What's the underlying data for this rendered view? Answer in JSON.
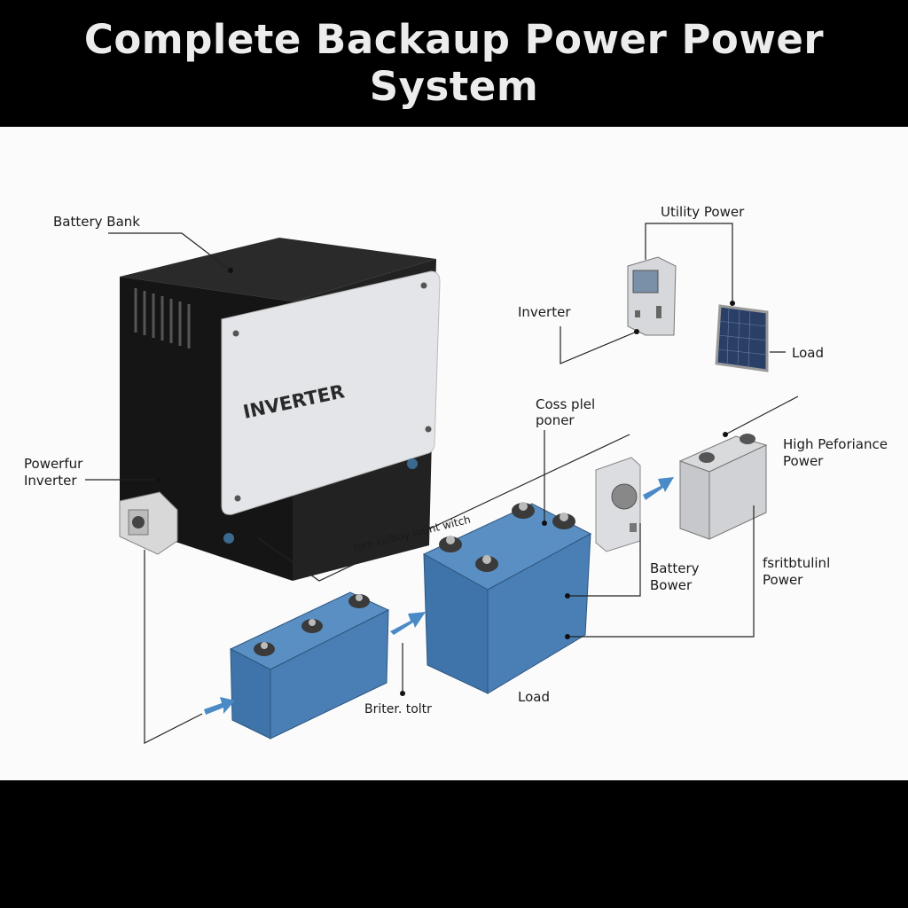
{
  "title": "Complete Backaup Power Power System",
  "labels": {
    "battery_bank": "Battery Bank",
    "utility_power": "Utility Power",
    "inverter": "Inverter",
    "load_top": "Load",
    "cross_panel_1": "Coss plel",
    "cross_panel_2": "poner",
    "high_perf_1": "High Peforiance",
    "high_perf_2": "Power",
    "powerful_inverter_1": "Powerfur",
    "powerful_inverter_2": "Inverter",
    "transfer_switch": "fom Gilboy lount witch",
    "battery_power_1": "Battery",
    "battery_power_2": "Bower",
    "fast_power_1": "fsritbtulinl",
    "fast_power_2": "Power",
    "battery_terminal": "Briter. toltr",
    "load_bottom": "Load",
    "inverter_face": "INVERTER"
  },
  "colors": {
    "battery_blue": "#4a7fb5",
    "arrow_blue": "#4a8ac6",
    "inverter_body": "#1c1c1c",
    "inverter_panel": "#e3e5e8"
  }
}
